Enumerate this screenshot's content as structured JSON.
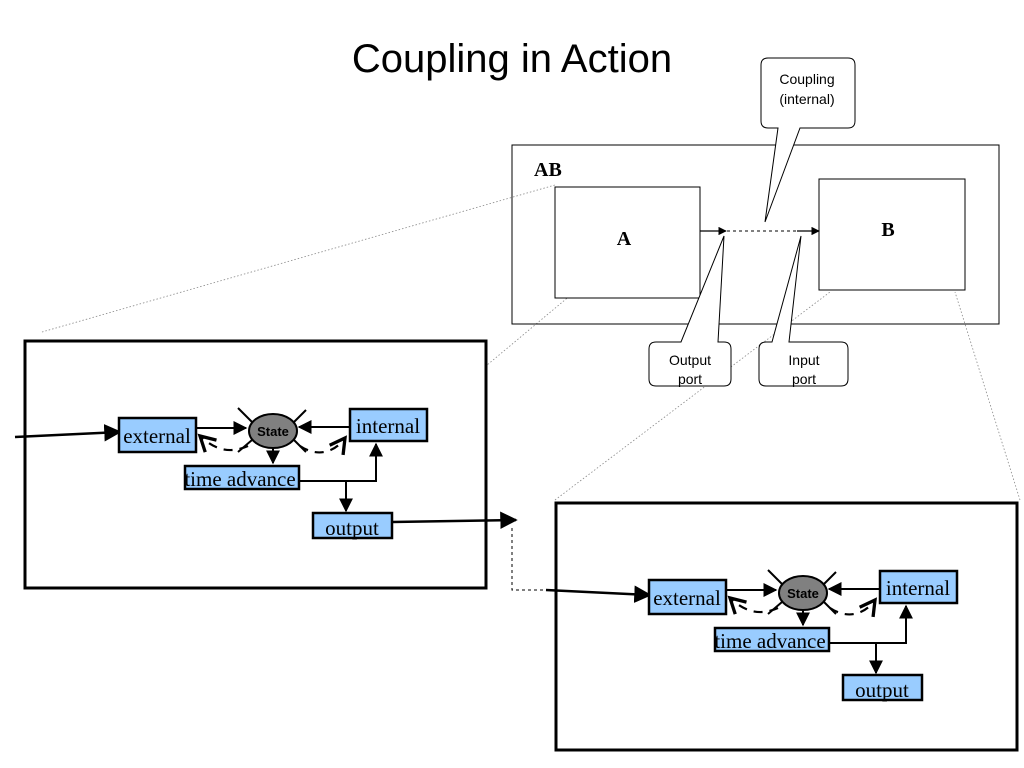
{
  "title": "Coupling in Action",
  "callouts": {
    "coupling": [
      "Coupling",
      "(internal)"
    ],
    "output_port": [
      "Output",
      "port"
    ],
    "input_port": [
      "Input",
      "port"
    ]
  },
  "coupled_model": {
    "name": "AB",
    "left": "A",
    "right": "B"
  },
  "atomic_model": {
    "external": "external",
    "state": "State",
    "internal": "internal",
    "time_advance": "time advance",
    "output": "output"
  },
  "colors": {
    "function_box": "#99ccff",
    "state": "#808080"
  }
}
